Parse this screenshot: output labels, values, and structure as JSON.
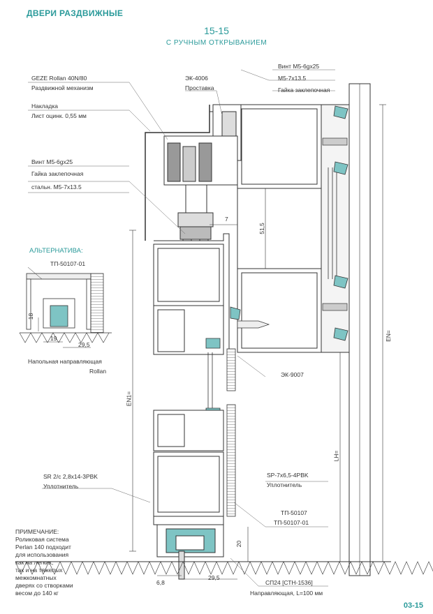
{
  "header": {
    "title": "ДВЕРИ РАЗДВИЖНЫЕ",
    "code": "15-15",
    "subtitle": "С РУЧНЫМ ОТКРЫВАНИЕМ",
    "page": "03-15"
  },
  "callouts": {
    "geze_1": "GEZE Rollan 40N/80",
    "geze_2": "Раздвижной механизм",
    "nakladka_1": "Накладка",
    "nakladka_2": "Лист оцинк. 0,55 мм",
    "vint_left_1": "Винт М5-6gx25",
    "vint_left_2": "Гайка заклепочная",
    "vint_left_3": "стальн. М5-7x13.5",
    "ek4006_1": "ЭК-4006",
    "ek4006_2": "Проставка",
    "vint_right_1": "Винт М5-6gx25",
    "vint_right_2": "М5-7x13.5",
    "vint_right_3": "Гайка заклепочная",
    "ek9007": "ЭК-9007",
    "sr_1": "SR 2/c 2,8x14-3PBK",
    "sr_2": "Уплотнитель",
    "sp_1": "SP-7x6,5-4PBK",
    "sp_2": "Уплотнитель",
    "tp_1": "ТП-50107",
    "tp_2": "ТП-50107-01",
    "sp24": "СП24 [СТН-1536]",
    "napr": "Направляющая, L=100 мм"
  },
  "alternative": {
    "title": "АЛЬТЕРНАТИВА:",
    "part": "ТП-50107-01",
    "caption_1": "Напольная направляющая",
    "caption_2": "Rollan"
  },
  "dimensions": {
    "d7": "7",
    "d51_5": "51,5",
    "en1": "EN1=",
    "en": "EN=",
    "lh": "LH=",
    "d20": "20",
    "d6_8": "6,8",
    "d29_5": "29,5",
    "alt_d18": "18",
    "alt_d19": "19",
    "alt_d29_5": "29,5"
  },
  "note": {
    "title": "ПРИМЕЧАНИЕ:",
    "lines": [
      "Роликовая система",
      "Perlan 140 подходит",
      "для использования",
      "как на легких,",
      "так и на тяжелых",
      "межкомнатных",
      "дверях со створками",
      "весом до 140 кг"
    ]
  },
  "colors": {
    "accent": "#2a9a9a",
    "seal": "#7ec4c4",
    "line": "#333333"
  }
}
